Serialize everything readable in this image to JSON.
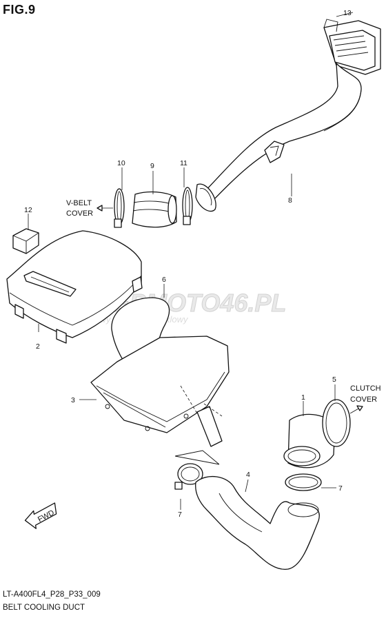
{
  "figure": {
    "title": "FIG.9",
    "code": "LT-A400FL4_P28_P33_009",
    "name": "BELT COOLING DUCT"
  },
  "watermark": {
    "main": "SKLEPMOTO46.PL",
    "sub": "internetowy sklep motocyklowy"
  },
  "callouts": {
    "vbelt_line1": "V-BELT",
    "vbelt_line2": "COVER",
    "clutch_line1": "CLUTCH",
    "clutch_line2": "COVER",
    "fwd": "FWD"
  },
  "parts": [
    {
      "number": "1"
    },
    {
      "number": "2"
    },
    {
      "number": "3"
    },
    {
      "number": "4"
    },
    {
      "number": "5"
    },
    {
      "number": "6"
    },
    {
      "number": "7"
    },
    {
      "number": "7"
    },
    {
      "number": "8"
    },
    {
      "number": "9"
    },
    {
      "number": "10"
    },
    {
      "number": "11"
    },
    {
      "number": "12"
    },
    {
      "number": "13"
    }
  ]
}
